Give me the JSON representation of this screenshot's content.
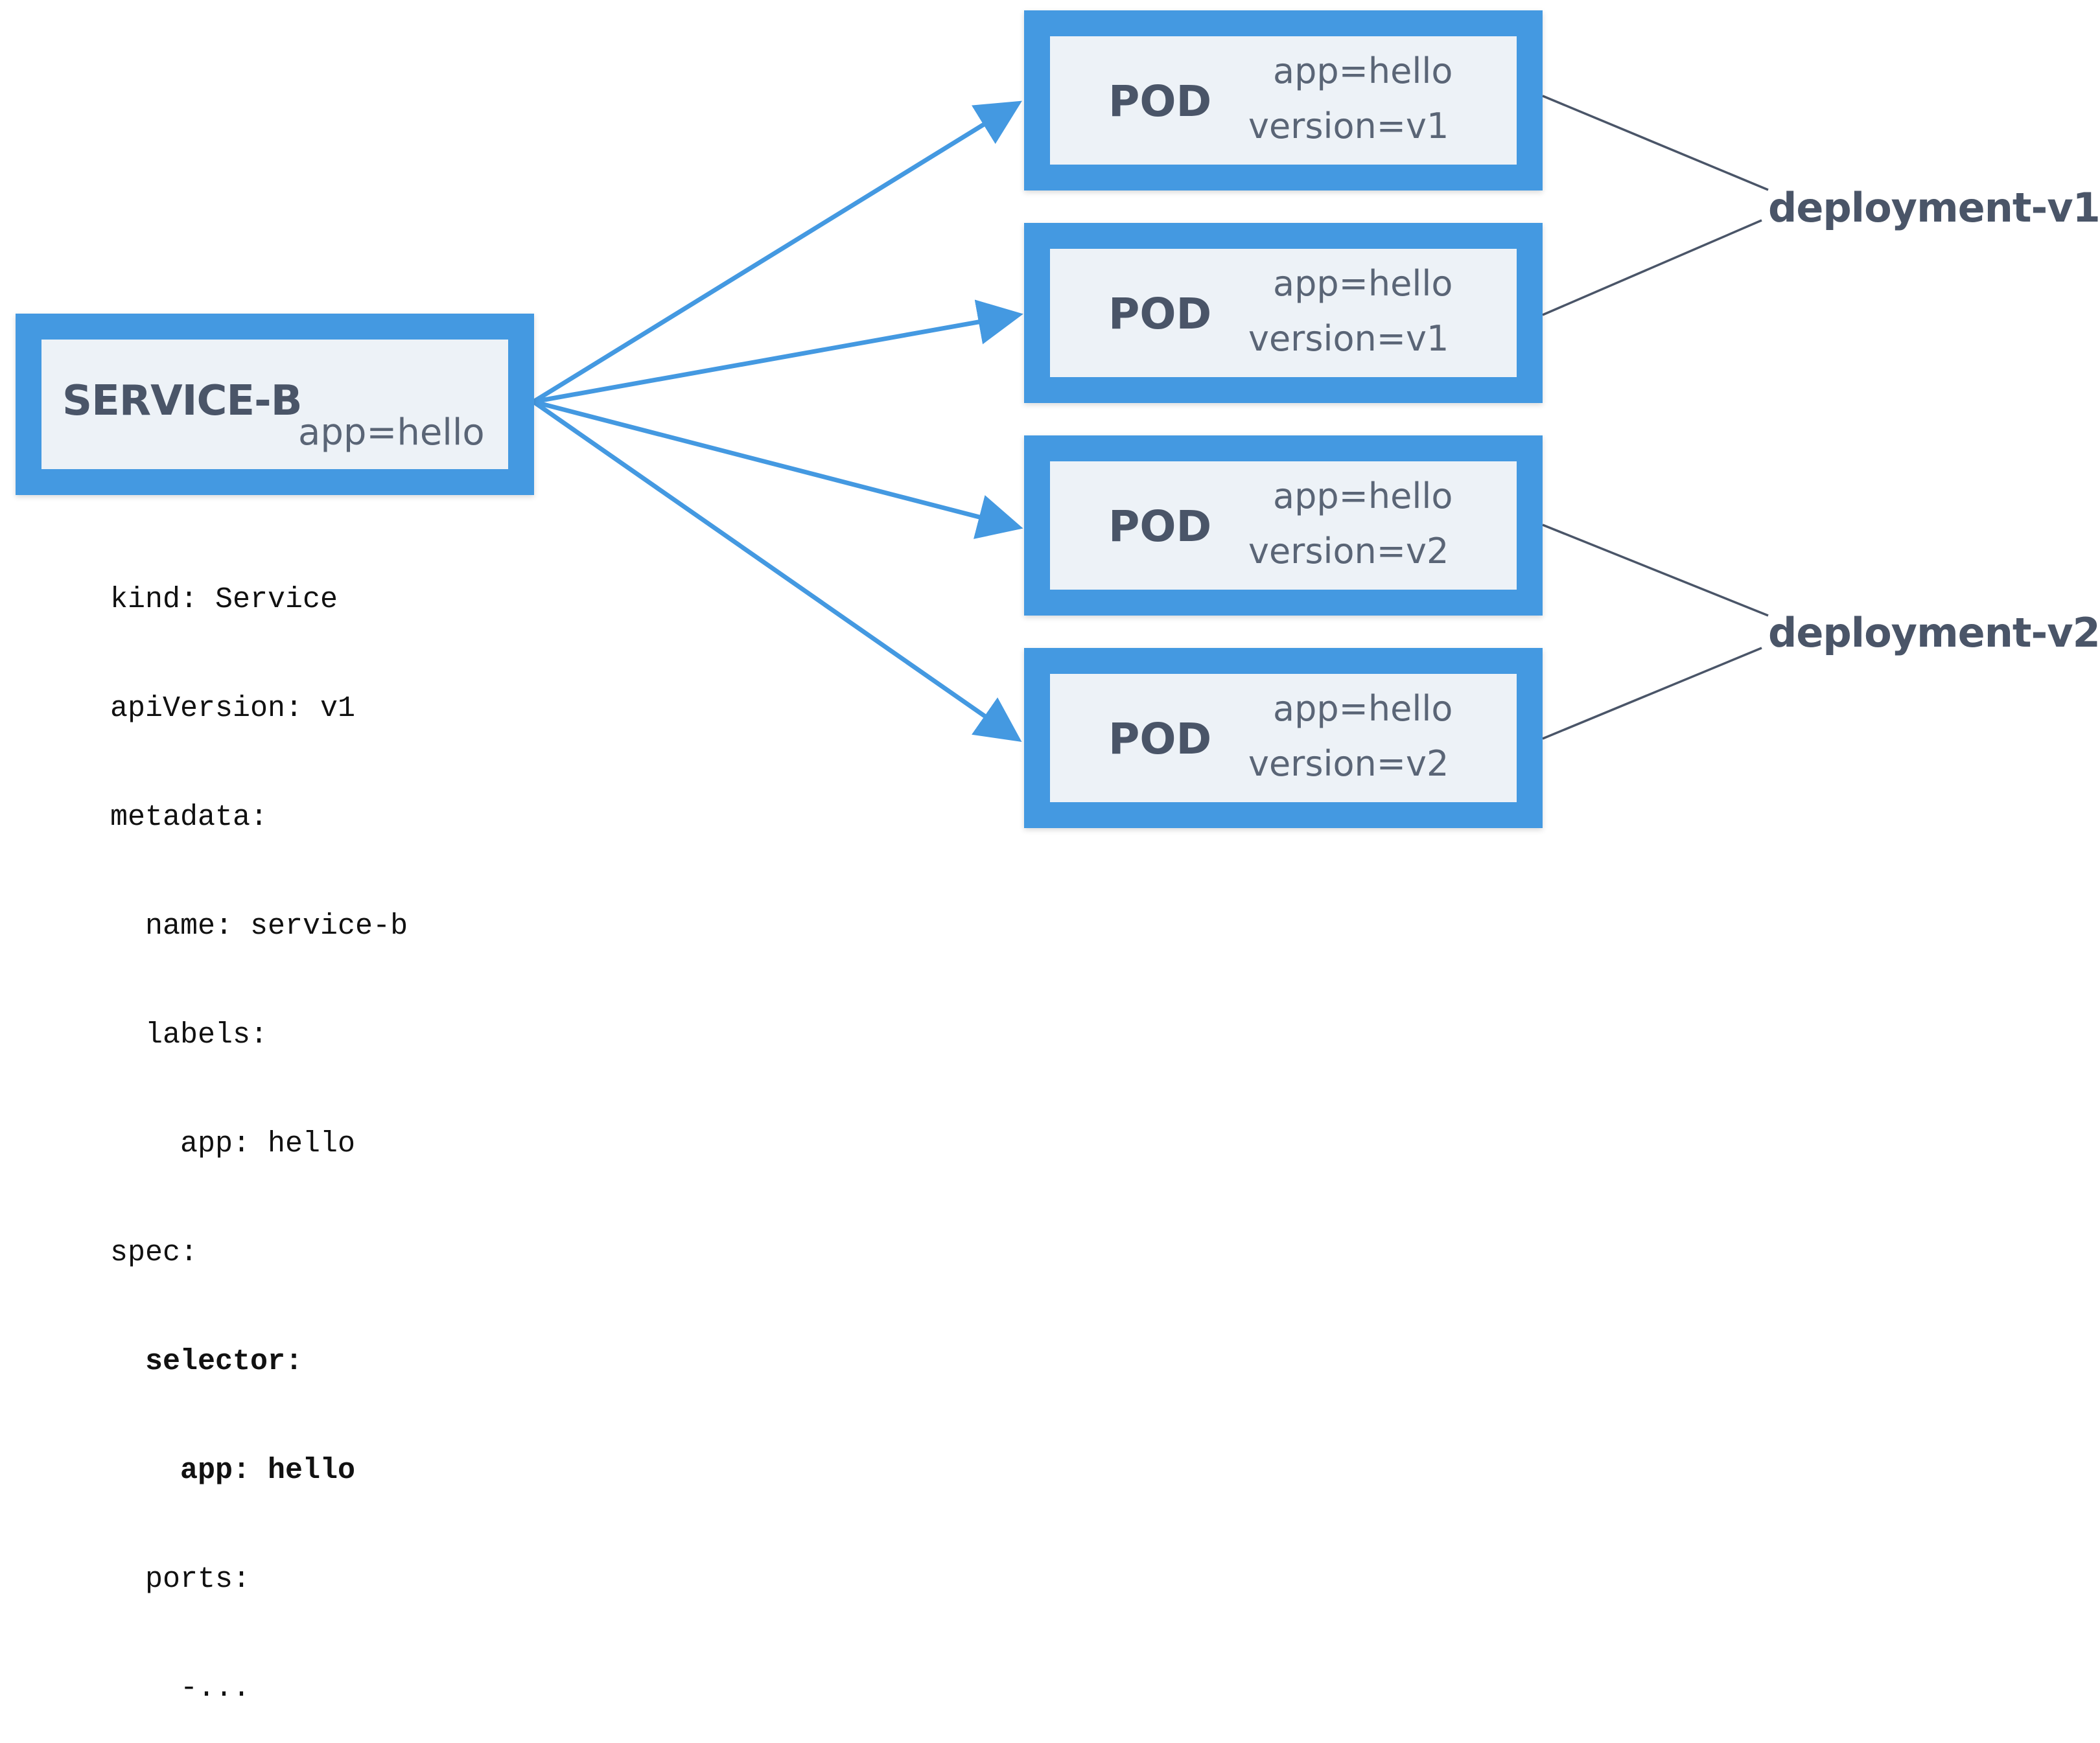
{
  "service": {
    "title": "SERVICE-B",
    "label": "app=hello"
  },
  "pods": [
    {
      "title": "POD",
      "app_label": "app=hello",
      "version_label": "version=v1"
    },
    {
      "title": "POD",
      "app_label": "app=hello",
      "version_label": "version=v1"
    },
    {
      "title": "POD",
      "app_label": "app=hello",
      "version_label": "version=v2"
    },
    {
      "title": "POD",
      "app_label": "app=hello",
      "version_label": "version=v2"
    }
  ],
  "deployments": [
    {
      "label": "deployment-v1"
    },
    {
      "label": "deployment-v2"
    }
  ],
  "yaml": {
    "lines": [
      "kind: Service",
      "apiVersion: v1",
      "metadata:",
      "  name: service-b",
      "  labels:",
      "    app: hello",
      "spec:",
      "  selector:",
      "    app: hello",
      "  ports:",
      "    -..."
    ]
  },
  "colors": {
    "box_blue": "#4499e1",
    "box_fill": "#edf2f7",
    "text_dark": "#4a5568",
    "arrow_blue": "#4499e1",
    "deploy_line": "#4a5568"
  }
}
